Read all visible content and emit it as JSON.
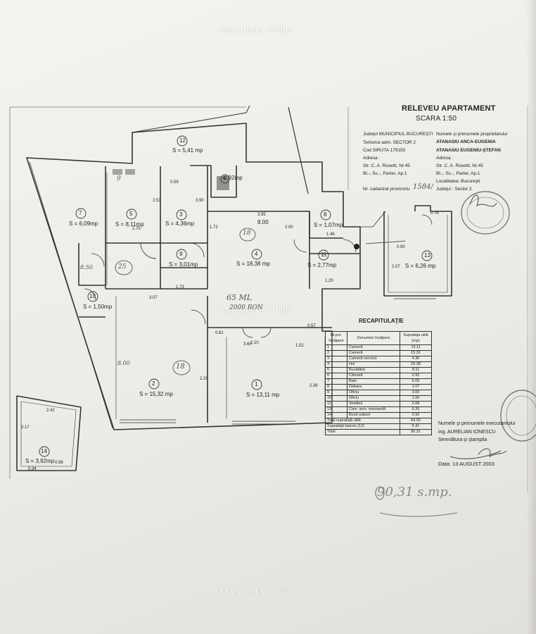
{
  "watermark": "Manfreda Otilia",
  "header": {
    "title": "RELEVEU APARTAMENT",
    "scale": "SCARA 1:50",
    "judetul": "Judeţul MUNICIPIUL BUCUREŞTI",
    "teritoriul": "Teritoriul adm. SECTOR 2",
    "cod_siruta": "Cod SIRUTA 179150",
    "adresa_label": "Adresa :",
    "adresa_street": "Str. C. A. Rosetti, Nr.45",
    "adresa_bl": "Bl.-, Sc.-, Parter, Ap.1",
    "cadastral": "Nr. cadastral provizoriu",
    "cadastral_hand": "1584/",
    "owners_label": "Numele şi prenumele proprietarului",
    "owner1": "ATANASIU ANCA-EUGENIA",
    "owner2": "ATANASIU EUGENIU-ŞTEFAN",
    "owner_adresa_label": "Adresa :",
    "owner_street": "Str. C. A. Rosetti, Nr.45",
    "owner_bl": "Bl.-, Sc.-, Parter, Ap.1",
    "localitatea": "Localitatea: Bucureşti",
    "judetul_owner": "Judeţul : Sector 2"
  },
  "rooms": [
    {
      "nr": "1",
      "area": "S = 13,11 mp"
    },
    {
      "nr": "2",
      "area": "S = 15,32 mp"
    },
    {
      "nr": "3",
      "area": "S = 4,36mp"
    },
    {
      "nr": "4",
      "area": "S = 18,38 mp"
    },
    {
      "nr": "5",
      "area": "S = 8,11mp"
    },
    {
      "nr": "6",
      "area": "0,92mp"
    },
    {
      "nr": "7",
      "area": "S = 6,09mp"
    },
    {
      "nr": "8",
      "area": "S = 1,07mp"
    },
    {
      "nr": "9",
      "area": "S = 3,01mp"
    },
    {
      "nr": "10",
      "area": "S = 1,50mp"
    },
    {
      "nr": "11",
      "area": "S = 2,77mp"
    },
    {
      "nr": "12",
      "area": "S = 5,41 mp"
    },
    {
      "nr": "13",
      "area": "S = 6,26 mp"
    },
    {
      "nr": "14",
      "area": "S = 3,92mp"
    }
  ],
  "dims": {
    "d1": "3.95",
    "d2": "8.00",
    "d3": "2.00",
    "d4": "3.07",
    "d5": "2.36",
    "d6": "2.10",
    "d7": "1.52",
    "d8": "0.81",
    "d9": "0.57",
    "d10": "3.60",
    "d11": "2.20",
    "d12": "2.42",
    "d13": "2.17",
    "d14": "0.90",
    "d15": "2.07",
    "d16": "1.20",
    "d17": "1.46",
    "d18": "0.76",
    "d19": "2.53",
    "d20": "1.72",
    "d21": "8.50",
    "d22": "2.75",
    "d23": "0.56",
    "d24": "3.90",
    "d25": "0.34",
    "d26": "0.96",
    "d27": "1.73",
    "d28": "8.00"
  },
  "hand_notes": {
    "n1": "65 ML",
    "n2": "2000 RON",
    "n3": "18",
    "n4": "18",
    "n5": "25",
    "n6": "90,31 s.mp.",
    "n7": "9"
  },
  "recap": {
    "title": "RECAPITULAŢIE",
    "col1": "Nr.pct. încăpere",
    "col2": "Denumire încăpere",
    "col3": "Suprafaţa utilă (mp)",
    "rows": [
      {
        "nr": "1",
        "name": "Cameră",
        "val": "13.11"
      },
      {
        "nr": "2",
        "name": "Cameră",
        "val": "15.32"
      },
      {
        "nr": "3",
        "name": "Cameră serviciu",
        "val": "4.36"
      },
      {
        "nr": "4",
        "name": "Hol",
        "val": "18.38"
      },
      {
        "nr": "5",
        "name": "Bucătărie",
        "val": "8.11"
      },
      {
        "nr": "6",
        "name": "Cămară",
        "val": "0.92"
      },
      {
        "nr": "7",
        "name": "Baie",
        "val": "6.09"
      },
      {
        "nr": "8",
        "name": "Debara",
        "val": "1.07"
      },
      {
        "nr": "9",
        "name": "Oficiu",
        "val": "3.00"
      },
      {
        "nr": "10",
        "name": "Oficiu",
        "val": "1.50"
      },
      {
        "nr": "11",
        "name": "Vestibul",
        "val": "2.68"
      },
      {
        "nr": "13",
        "name": "Cam. serv. mansardă",
        "val": "6.26"
      },
      {
        "nr": "14",
        "name": "Boxă subsol",
        "val": "3.92"
      }
    ],
    "total_util_label": "Total suprafaţă utilă",
    "total_util": "84.90",
    "balcon_label": "Suprafaţă balcon (12)",
    "balcon": "5.41",
    "total_label": "Total",
    "total": "90.31"
  },
  "signature": {
    "line1": "Numele şi prenumele executantului",
    "line2": "ing. AURELIAN IONESCU",
    "line3": "Semnătura şi ştampila",
    "date": "Data: 13 AUGUST 2003"
  }
}
